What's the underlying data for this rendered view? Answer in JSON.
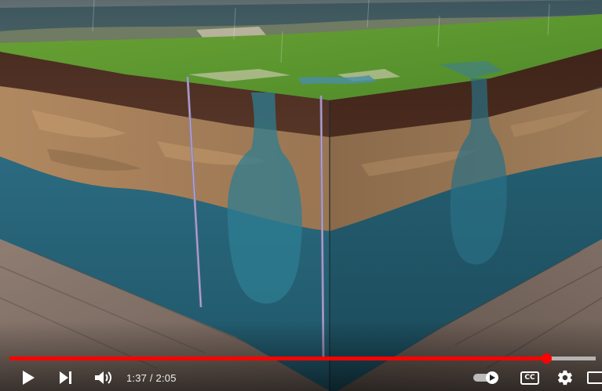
{
  "player": {
    "time_current": "1:37",
    "time_separator": " / ",
    "time_duration": "2:05",
    "progress_played_fraction": 0.916,
    "progress_buffered_fraction": 1.0,
    "cc_label": "CC",
    "colors": {
      "progress_played": "#ff0000",
      "progress_track": "#ffffff",
      "icon": "#ffffff"
    },
    "controls": [
      {
        "name": "play-icon"
      },
      {
        "name": "next-icon"
      },
      {
        "name": "volume-icon"
      },
      {
        "name": "autoplay-toggle-icon"
      },
      {
        "name": "cc-icon"
      },
      {
        "name": "settings-gear-icon"
      },
      {
        "name": "miniplayer-icon"
      }
    ]
  }
}
